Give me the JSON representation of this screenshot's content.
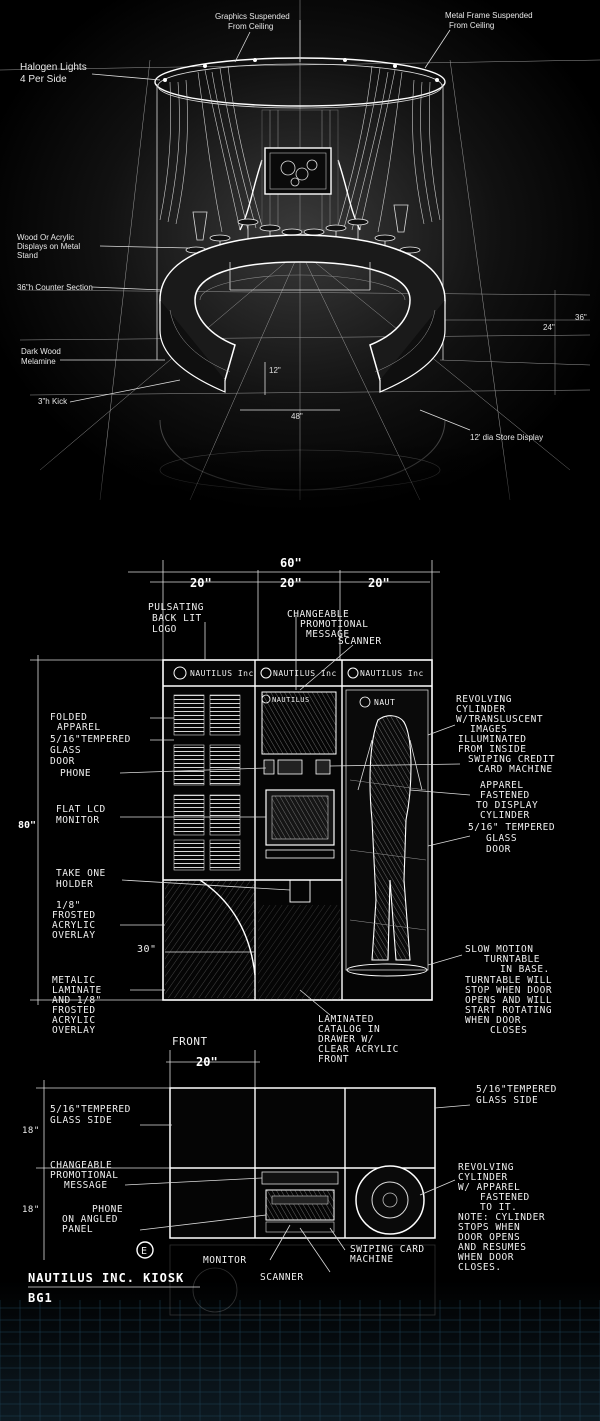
{
  "top_sketch": {
    "labels": {
      "graphics_suspended": [
        "Graphics Suspended",
        "From Ceiling"
      ],
      "metal_frame": [
        "Metal Frame Suspended",
        "From Ceiling"
      ],
      "halogen": [
        "Halogen Lights",
        "4 Per Side"
      ],
      "wood_acrylic": [
        "Wood Or Acrylic",
        "Displays on Metal",
        "Stand"
      ],
      "counter": "36\"h Counter Section",
      "dark_wood": [
        "Dark Wood",
        "Melamine"
      ],
      "kick": "3\"h Kick",
      "store_display": "12' dia Store Display",
      "dim_12": "12\"",
      "dim_48": "48\"",
      "dim_24": "24\"",
      "dim_36": "36\""
    }
  },
  "front_elevation": {
    "overall_width": "60\"",
    "section_widths": [
      "20\"",
      "20\"",
      "20\""
    ],
    "height": "80\"",
    "base_height": "30\"",
    "logo_text": [
      "NAUTILUS Inc",
      "NAUTILUS Inc",
      "NAUTILUS Inc"
    ],
    "screen_logo": "NAUTILUS",
    "cylinder_logo": "NAUT",
    "labels": {
      "pulsating": [
        "PULSATING",
        "BACK LIT",
        "LOGO"
      ],
      "changeable": [
        "CHANGEABLE",
        "PROMOTIONAL",
        "MESSAGE"
      ],
      "scanner": "SCANNER",
      "folded": [
        "FOLDED",
        "APPAREL"
      ],
      "tempered_door": [
        "5/16\"TEMPERED",
        "GLASS",
        "DOOR"
      ],
      "phone": "PHONE",
      "flat_lcd": [
        "FLAT LCD",
        "MONITOR"
      ],
      "take_one": [
        "TAKE ONE",
        "HOLDER"
      ],
      "frosted": [
        "1/8\"",
        "FROSTED",
        "ACRYLIC",
        "OVERLAY"
      ],
      "metalic": [
        "METALIC",
        "LAMINATE",
        "AND 1/8\"",
        "FROSTED",
        "ACRYLIC",
        "OVERLAY"
      ],
      "revolving": [
        "REVOLVING",
        "CYLINDER",
        "W/TRANSLUSCENT",
        "IMAGES",
        "ILLUMINATED",
        "FROM INSIDE"
      ],
      "swiping": [
        "SWIPING CREDIT",
        "CARD MACHINE"
      ],
      "apparel_fastened": [
        "APPAREL",
        "FASTENED",
        "TO DISPLAY",
        "CYLINDER"
      ],
      "tempered_door_right": [
        "5/16\" TEMPERED",
        "GLASS",
        "DOOR"
      ],
      "slow_motion": [
        "SLOW MOTION",
        "TURNTABLE",
        "IN BASE.",
        "TURNTABLE WILL",
        "STOP WHEN DOOR",
        "OPENS AND WILL",
        "START ROTATING",
        "WHEN DOOR",
        "CLOSES"
      ],
      "laminated": [
        "LAMINATED",
        "CATALOG IN",
        "DRAWER W/",
        "CLEAR ACRYLIC",
        "FRONT"
      ]
    }
  },
  "plan_view": {
    "front_label": "FRONT",
    "width": "20\"",
    "dim_top": "18\"",
    "dim_bottom": "18\"",
    "labels": {
      "tempered_side": [
        "5/16\"TEMPERED",
        "GLASS SIDE"
      ],
      "tempered_side_right": [
        "5/16\"TEMPERED",
        "GLASS SIDE"
      ],
      "changeable": [
        "CHANGEABLE",
        "PROMOTIONAL",
        "MESSAGE"
      ],
      "phone_angled": [
        "PHONE",
        "ON ANGLED",
        "PANEL"
      ],
      "monitor": "MONITOR",
      "scanner": "SCANNER",
      "swiping": [
        "SWIPING CARD",
        "MACHINE"
      ],
      "revolving": [
        "REVOLVING",
        "CYLINDER",
        "W/ APPAREL",
        "FASTENED",
        "TO IT.",
        "NOTE: CYLINDER",
        "STOPS WHEN",
        "DOOR OPENS",
        "AND RESUMES",
        "WHEN DOOR",
        "CLOSES."
      ],
      "marker": "E"
    },
    "title": "NAUTILUS INC. KIOSK",
    "subtitle": "BG1"
  }
}
